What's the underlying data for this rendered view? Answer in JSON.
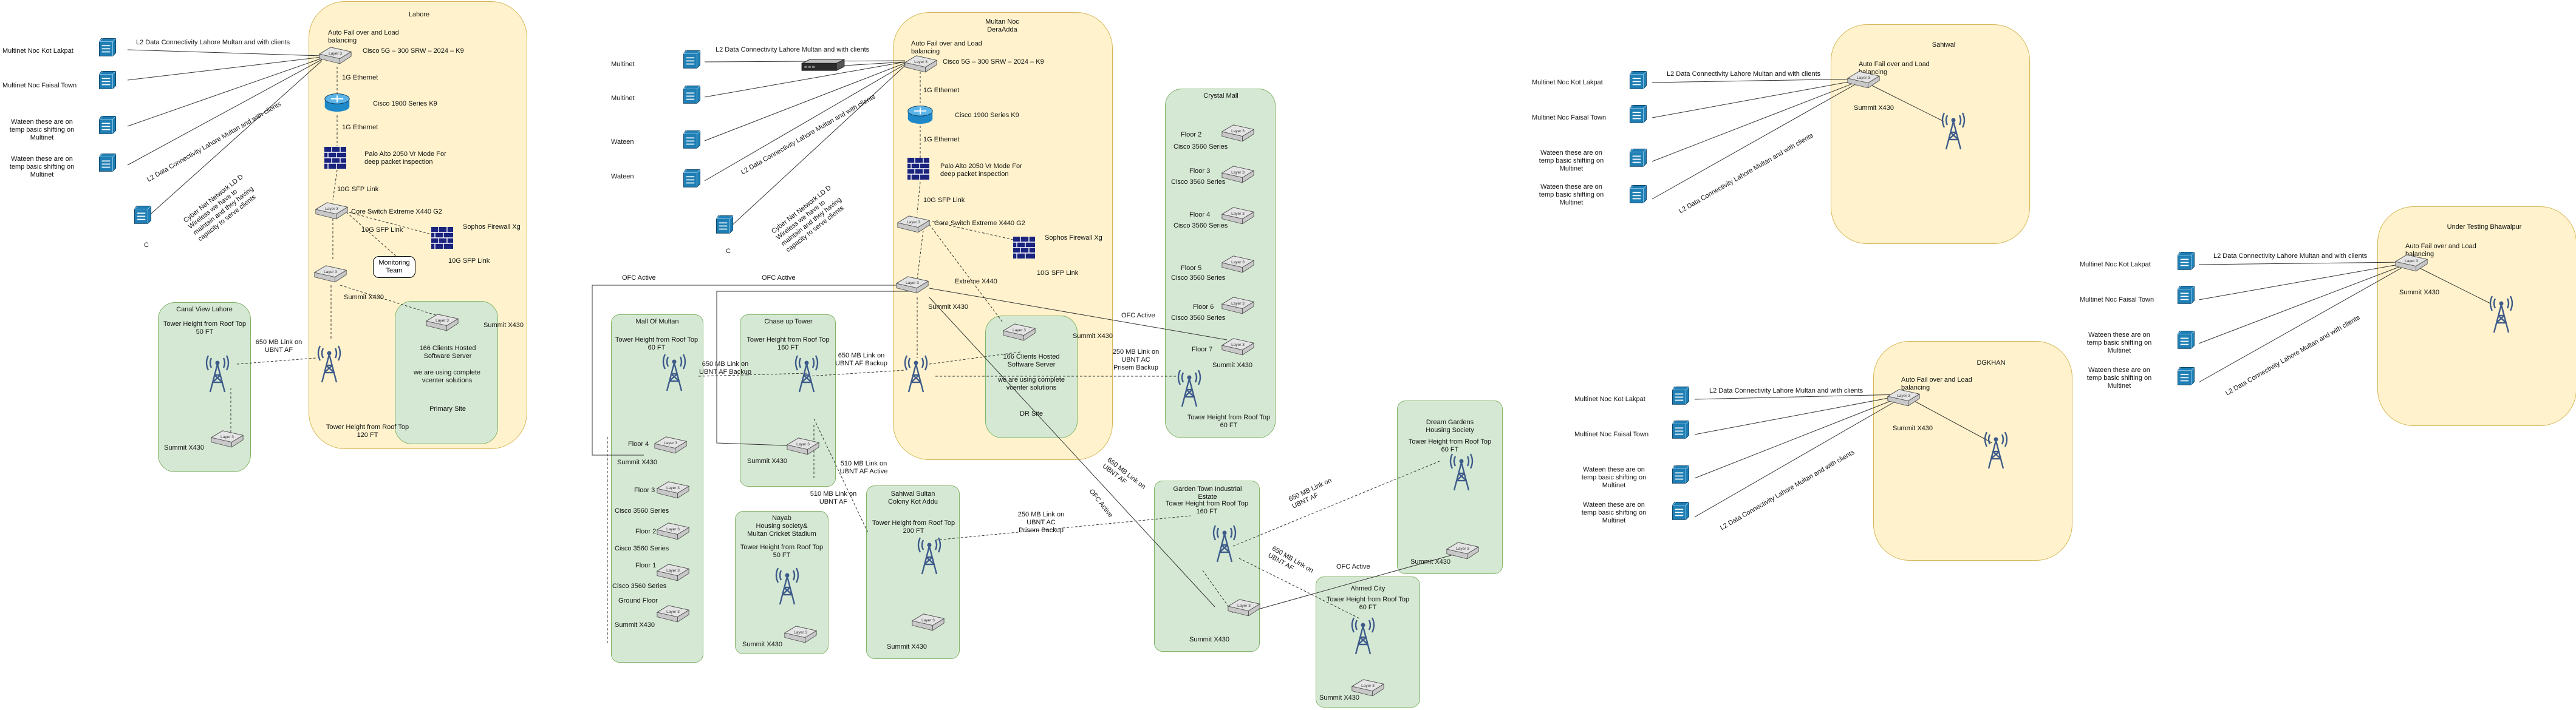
{
  "colors": {
    "zone_yellow": "#fff2cc",
    "zone_yellow_border": "#d6b656",
    "zone_green": "#d5e8d4",
    "zone_green_border": "#82b366",
    "cisco_blue": "#1f7fb4",
    "firewall_navy": "#1a237e"
  },
  "icons": [
    "cisco-switch-icon",
    "router-icon",
    "firewall-brick-icon",
    "layer3-switch-icon",
    "radio-tower-icon",
    "rack-device-icon"
  ],
  "sites": {
    "lahore": {
      "title": "Lahore",
      "autofail": "Auto Fail over and Load\nbalancing",
      "router": "Cisco 5G – 300 SRW – 2024 – K9",
      "eth1": "1G Ethernet",
      "series1900": "Cisco 1900 Series K9",
      "eth2": "1G Ethernet",
      "paloalto": "Palo Alto  2050 Vr Mode For\ndeep packet inspection",
      "sfp1": "10G SFP  Link",
      "core": "Core Switch Extreme X440 G2",
      "sophos": "Sophos Firewall Xg",
      "sfp2": "10G SFP  Link",
      "sfp3": "10G SFP  Link",
      "monitoring": "Monitoring\nTeam",
      "summit": "Summit X430",
      "summit2": "Summit X430",
      "clients": "166 Clients Hosted\nSoftware Server",
      "vcenter": "we are using complete\nvcenter solutions",
      "primary": "Primary Site",
      "tower": "Tower Height from Roof Top\n120  FT"
    },
    "lahore_left": {
      "noc_kot": "Multinet Noc Kot Lakpat",
      "noc_faisal": "Multinet Noc Faisal Town",
      "wateen1": "Wateen these are on\ntemp basic shifting on\nMultinet",
      "wateen2": "Wateen these are on\ntemp basic shifting on\nMultinet",
      "c": "C",
      "l2a": "L2 Data Connectivity  Lahore Multan and with clients",
      "l2b": "L2 Data Connectivity  Lahore Multan and with clients",
      "cyber": "Cyber Net Network LD D\nWireless we have to\nmaintain and they having\ncapacity to serve clients"
    },
    "canal": {
      "title": "Canal View Lahore",
      "tower": "Tower Height from Roof Top\n50 FT",
      "summit": "Summit X430",
      "link": "650 MB Link on\nUBNT AF"
    },
    "multan": {
      "title": "Multan Noc\nDeraAdda",
      "autofail": "Auto Fail over and Load\nbalancing",
      "router": "Cisco 5G – 300 SRW – 2024 – K9",
      "eth1": "1G Ethernet",
      "series1900": "Cisco 1900 Series K9",
      "eth2": "1G Ethernet",
      "paloalto": "Palo Alto  2050 Vr Mode For\ndeep packet inspection",
      "sfp1": "10G SFP  Link",
      "core": "Core Switch Extreme X440 G2",
      "sophos": "Sophos Firewall Xg",
      "sfp2": "10G SFP  Link",
      "extreme": "Extreme X440",
      "summit": "Summit X430",
      "clients": "166 Clients Hosted\nSoftware Server",
      "vcenter": "we are using complete\nvcenter solutions",
      "dr": "DR Site",
      "summit2": "Summit X430"
    },
    "multan_left": {
      "multinet1": "Multinet",
      "multinet2": "Multinet",
      "wateen1": "Wateen",
      "wateen2": "Wateen",
      "c": "C",
      "l2a": "L2 Data Connectivity  Lahore Multan and with clients",
      "l2b": "L2 Data Connectivity  Lahore Multan and with clients",
      "cyber": "Cyber Net Network LD D\nWireless we have to\nmaintain and they having\ncapacity to serve clients"
    },
    "crystal": {
      "title": "Crystal Mall",
      "f2": "Floor 2",
      "s2": "Cisco 3560 Series",
      "f3": "Floor 3",
      "s3": "Cisco 3560 Series",
      "f4": "Floor 4",
      "s4": "Cisco 3560 Series",
      "f5": "Floor 5",
      "s5": "Cisco 3560 Series",
      "f6": "Floor 6",
      "s6": "Cisco 3560 Series",
      "f7": "Floor 7",
      "summit": "Summit X430",
      "tower": "Tower Height from Roof Top\n60 FT",
      "link": "250 MB Link on\nUBNT AC\nPrisem  Backup",
      "ofc": "OFC  Active"
    },
    "mall_multan": {
      "title": "Mall Of Multan",
      "tower": "Tower Height from Roof Top\n60 FT",
      "f4": "Floor 4",
      "summit": "Summit X430",
      "f3": "Floor 3",
      "s3": "Cisco 3560 Series",
      "f2": "Floor 2",
      "s2": "Cisco 3560 Series",
      "f1": "Floor 1",
      "s1": "Cisco 3560 Series",
      "ground": "Ground Floor",
      "summit2": "Summit X430",
      "link": "650 MB Link on\nUBNT AF Backup",
      "ofc": "OFC  Active"
    },
    "chase": {
      "title": "Chase up Tower",
      "tower": "Tower Height from Roof Top\n160 FT",
      "summit": "Summit X430",
      "link": "650 MB Link on\nUBNT AF Backup",
      "link510a": "510 MB Link on\nUBNT AF Active",
      "link510b": "510 MB Link on\nUBNT AF",
      "ofc": "OFC  Active"
    },
    "nayab": {
      "title": "Nayab\nHousing  society&\nMultan Cricket Stadium",
      "tower": "Tower Height from Roof Top\n50 FT",
      "summit": "Summit X430"
    },
    "sahiwal_sultan": {
      "title": "Sahiwal Sultan\nColony Kot Addu",
      "tower": "Tower Height from Roof Top\n200 FT",
      "summit": "Summit X430",
      "link": "250 MB Link on\nUBNT AC\nPrisem  Backup"
    },
    "garden": {
      "title": "Garden Town Industrial\nEstate",
      "tower": "Tower Height from Roof Top\n160 FT",
      "summit": "Summit X430",
      "link650a": "650 MB Link on\nUBNT AF",
      "link650b": "650 MB Link on\nUBNT AF",
      "link650c": "650 MB Link on\nUBNT AF",
      "ofc": "OFC  Active"
    },
    "dream": {
      "title": "Dream Gardens\nHousing Society",
      "tower": "Tower Height from Roof Top\n60 FT",
      "summit": "Summit X430"
    },
    "ahmed": {
      "title": "Ahmed City",
      "tower": "Tower Height from Roof Top\n60 FT",
      "summit": "Summit X430",
      "ofc": "OFC  Active"
    },
    "sahiwal": {
      "title": "Sahiwal",
      "autofail": "Auto Fail over and Load\nbalancing",
      "summit": "Summit X430",
      "noc_kot": "Multinet Noc Kot Lakpat",
      "noc_faisal": "Multinet Noc Faisal Town",
      "wateen1": "Wateen these are on\ntemp basic shifting on\nMultinet",
      "wateen2": "Wateen these are on\ntemp basic shifting on\nMultinet",
      "l2a": "L2 Data Connectivity  Lahore Multan and with clients",
      "l2b": "L2 Data Connectivity  Lahore Multan and with clients"
    },
    "dgkhan": {
      "title": "DGKHAN",
      "autofail": "Auto Fail over and Load\nbalancing",
      "summit": "Summit X430",
      "noc_kot": "Multinet Noc Kot Lakpat",
      "noc_faisal": "Multinet Noc Faisal Town",
      "wateen1": "Wateen these are on\ntemp basic shifting on\nMultinet",
      "wateen2": "Wateen these are on\ntemp basic shifting on\nMultinet",
      "l2a": "L2 Data Connectivity  Lahore Multan and with clients",
      "l2b": "L2 Data Connectivity  Lahore Multan and with clients"
    },
    "bhawalpur": {
      "title": "Under Testing Bhawalpur",
      "autofail": "Auto Fail over and Load\nbalancing",
      "summit": "Summit X430",
      "noc_kot": "Multinet Noc Kot Lakpat",
      "noc_faisal": "Multinet Noc Faisal Town",
      "wateen1": "Wateen these are on\ntemp basic shifting on\nMultinet",
      "wateen2": "Wateen these are on\ntemp basic shifting on\nMultinet",
      "l2a": "L2 Data Connectivity  Lahore Multan and with clients",
      "l2b": "L2 Data Connectivity  Lahore Multan and with clients"
    }
  }
}
